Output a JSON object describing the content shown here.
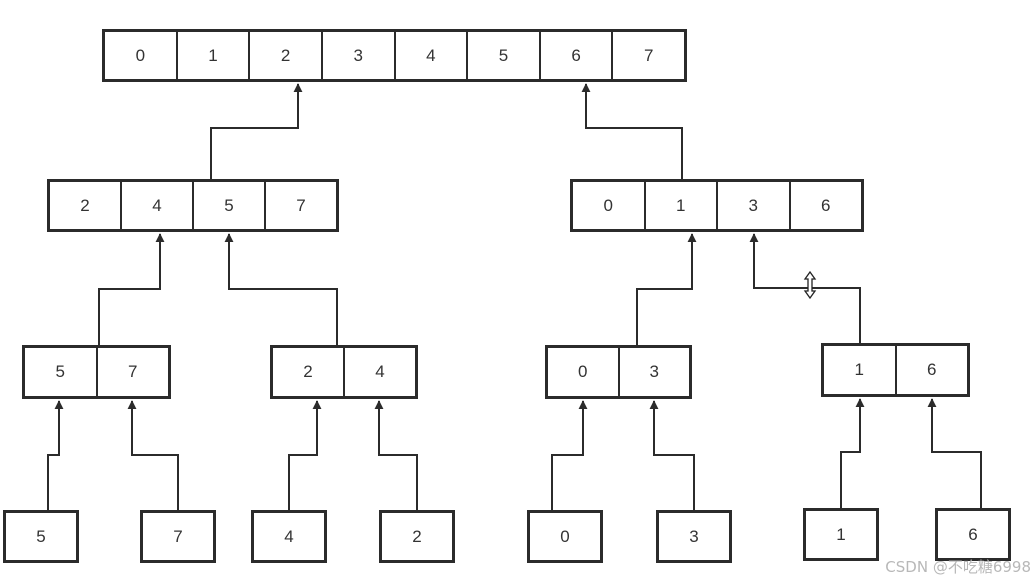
{
  "diagram": {
    "root": [
      "0",
      "1",
      "2",
      "3",
      "4",
      "5",
      "6",
      "7"
    ],
    "level1": [
      [
        "2",
        "4",
        "5",
        "7"
      ],
      [
        "0",
        "1",
        "3",
        "6"
      ]
    ],
    "level2": [
      [
        "5",
        "7"
      ],
      [
        "2",
        "4"
      ],
      [
        "0",
        "3"
      ],
      [
        "1",
        "6"
      ]
    ],
    "leaves": [
      "5",
      "7",
      "4",
      "2",
      "0",
      "3",
      "1",
      "6"
    ]
  },
  "watermark": "CSDN @不吃糖6998",
  "colors": {
    "stroke": "#2b2b2b",
    "text": "#333333",
    "watermark": "#b8b8b8"
  },
  "cursor_icon": "resize-vertical-icon"
}
